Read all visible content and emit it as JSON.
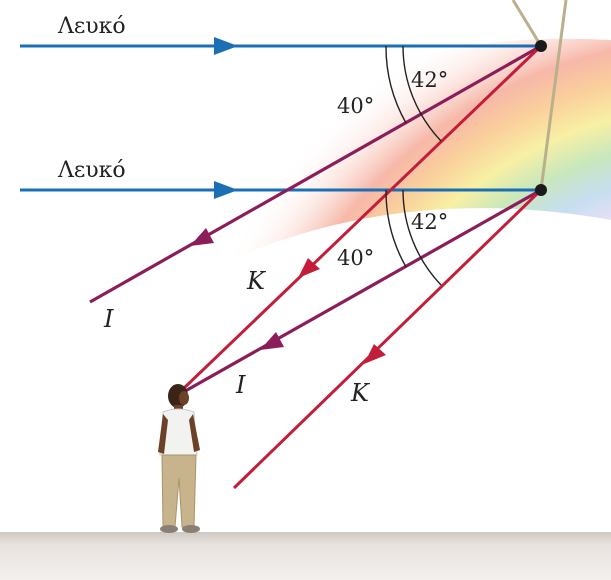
{
  "diagram": {
    "white_light_label_top": "Λευκό",
    "white_light_label_bottom": "Λευκό",
    "angle_outer_top": "40°",
    "angle_inner_top": "42°",
    "angle_outer_bottom": "40°",
    "angle_inner_bottom": "42°",
    "violet_label_top": "Ι",
    "red_label_top": "Κ",
    "violet_label_bottom": "Ι",
    "red_label_bottom": "Κ"
  },
  "colors": {
    "incident_blue": "#1a6fb5",
    "violet_ray": "#8b1d5b",
    "red_ray": "#c21e3a",
    "drop": "#1a1a1a",
    "ground": "#d9d3cf"
  }
}
